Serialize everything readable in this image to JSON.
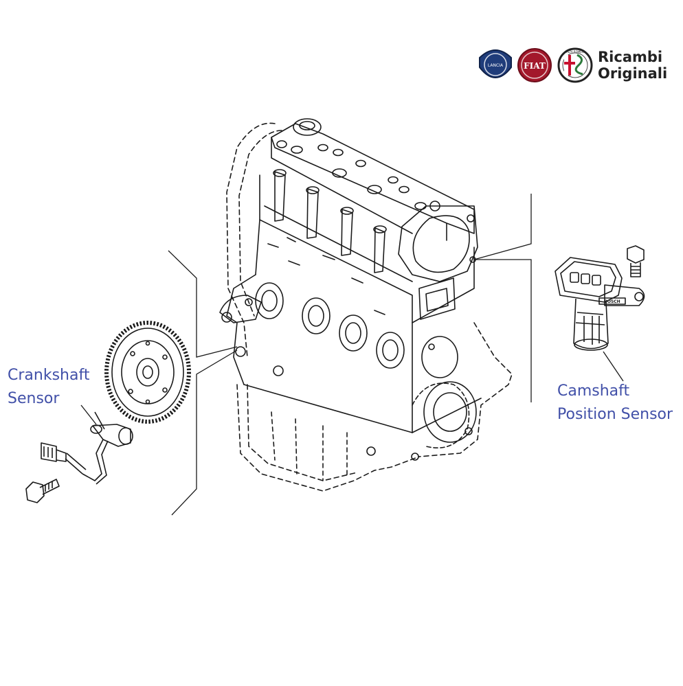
{
  "brand": {
    "badges": [
      {
        "name": "lancia-logo",
        "text": "LANCIA"
      },
      {
        "name": "fiat-logo",
        "text": "FIAT"
      },
      {
        "name": "alfa-romeo-logo",
        "text": "ALFA ROMEO"
      }
    ],
    "line1": "Ricambi",
    "line2": "Originali"
  },
  "labels": {
    "crankshaft": {
      "line1": "Crankshaft",
      "line2": "Sensor"
    },
    "camshaft": {
      "line1": "Camshaft",
      "line2": "Position Sensor"
    }
  },
  "sensor_marking": "BOSCH",
  "colors": {
    "label": "#4150a8",
    "line": "#1a1a1a",
    "lancia": "#1f3c7a",
    "fiat": "#a3182b",
    "alfa_cross": "#c8102e",
    "alfa_snake": "#2b7a3a"
  }
}
